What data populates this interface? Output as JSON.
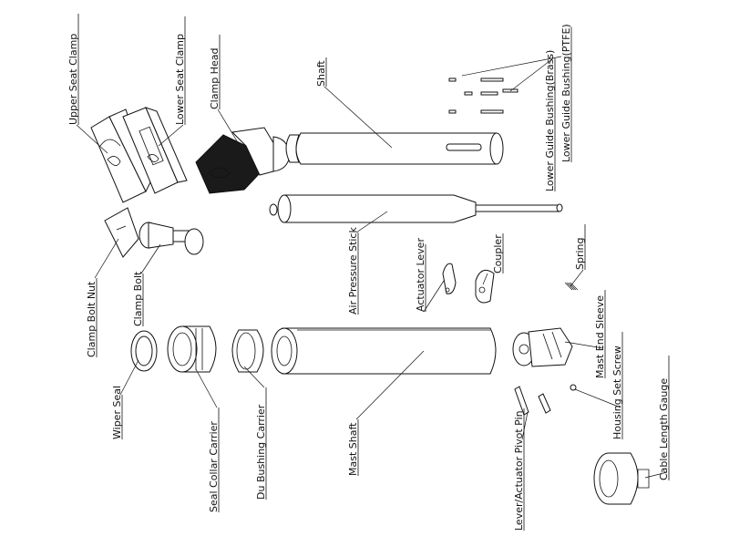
{
  "labels": {
    "upper_seat_clamp": "Upper Seat Clamp",
    "lower_seat_clamp": "Lower Seat Clamp",
    "clamp_head": "Clamp Head",
    "shaft": "Shaft",
    "lower_guide_bushing_brass": "Lower Guide Bushing(Brass)",
    "lower_guide_bushing_ptfe": "Lower Guide Bushing(PTFE)",
    "clamp_bolt_nut": "Clamp Bolt Nut",
    "clamp_bolt": "Clamp Bolt",
    "air_pressure_stick": "Air Pressure Stick",
    "actuator_lever": "Actuator Lever",
    "coupler": "Coupler",
    "spring": "Spring",
    "wiper_seal": "Wiper Seal",
    "seal_collar_carrier": "Seal Collar Carrier",
    "du_bushing_carrier": "Du  Bushing Carrier",
    "mast_shaft": "Mast Shaft",
    "mast_end_sleeve": "Mast End Sleeve",
    "housing_set_screw": "Housing Set Screw",
    "lever_actuator_pivot_pin": "Lever/Actuator Pivot Pin",
    "cable_length_gauge": "Cable Length Gauge"
  },
  "colors": {
    "line": "#111111",
    "background": "#ffffff",
    "fill_dark": "#1a1a1a"
  }
}
